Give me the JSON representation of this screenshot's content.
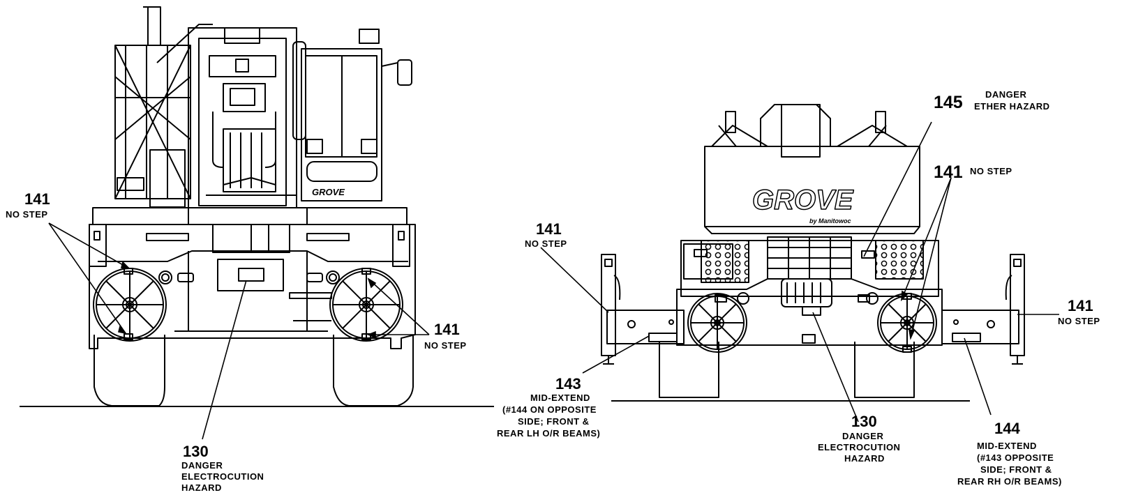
{
  "brand": {
    "logo_text": "GROVE",
    "sub_text": "by Manitowoc"
  },
  "callouts": {
    "left_view": {
      "no_step_upper": {
        "number": "141",
        "label": "NO STEP"
      },
      "no_step_lower": {
        "number": "141",
        "label": "NO STEP"
      },
      "danger_electrocution": {
        "number": "130",
        "lines": [
          "DANGER",
          "ELECTROCUTION",
          "HAZARD"
        ]
      }
    },
    "right_view": {
      "ether": {
        "number": "145",
        "lines": [
          "DANGER",
          "ETHER HAZARD"
        ]
      },
      "no_step_top": {
        "number": "141",
        "label": "NO STEP"
      },
      "no_step_left": {
        "number": "141",
        "label": "NO STEP"
      },
      "no_step_right": {
        "number": "141",
        "label": "NO STEP"
      },
      "mid_extend_143": {
        "number": "143",
        "lines": [
          "MID-EXTEND",
          "(#144 ON OPPOSITE",
          "SIDE; FRONT &",
          "REAR LH O/R BEAMS)"
        ]
      },
      "danger_electrocution": {
        "number": "130",
        "lines": [
          "DANGER",
          "ELECTROCUTION",
          "HAZARD"
        ]
      },
      "mid_extend_144": {
        "number": "144",
        "lines": [
          "MID-EXTEND",
          "(#143 OPPOSITE",
          "SIDE; FRONT &",
          "REAR RH O/R BEAMS)"
        ]
      }
    }
  }
}
